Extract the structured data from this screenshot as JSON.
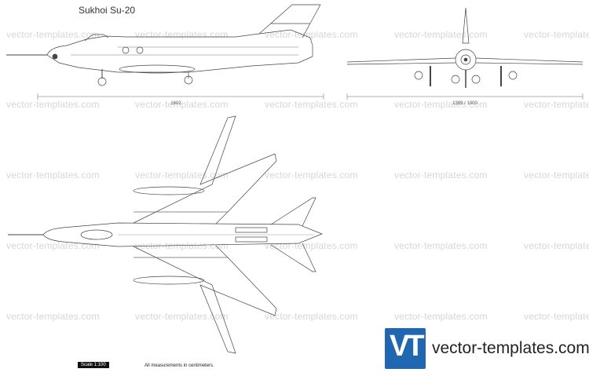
{
  "title": "Sukhoi Su-20",
  "watermark": "vector-templates.com",
  "dimensions": {
    "side_length": "1602",
    "front_span": "1389 / 1000"
  },
  "scale_label": "Scale 1:100",
  "note": "All measurements in centimeters.",
  "logo": {
    "mark": "VT",
    "text": "vector-templates.com",
    "color": "#1f67b0"
  }
}
